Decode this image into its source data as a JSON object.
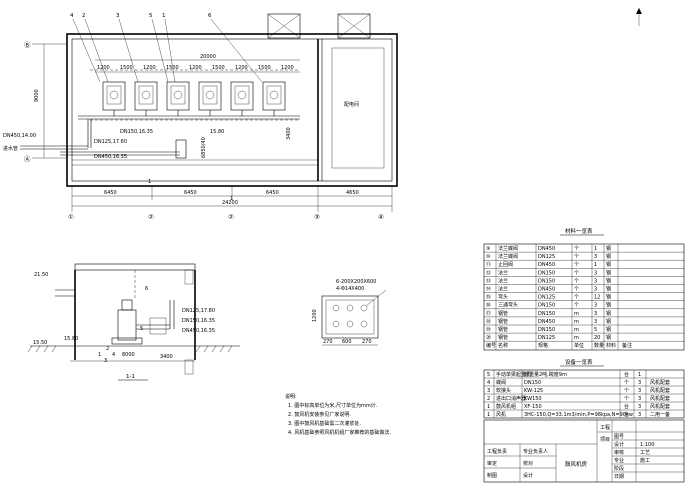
{
  "plan": {
    "axes_letter": [
      "Ⓑ",
      "Ⓐ"
    ],
    "axes_number": [
      "①",
      "②",
      "③",
      "④"
    ],
    "leader_numbers": [
      "4",
      "2",
      "3",
      "5",
      "1",
      "6"
    ],
    "dim_9000": "9000",
    "spacing_labels": [
      "1200",
      "1500",
      "1200",
      "1500",
      "1200",
      "1500",
      "1200",
      "1500",
      "1200"
    ],
    "dim_20000": "20000",
    "bay_dims": [
      "6450",
      "6450",
      "6450",
      "4650"
    ],
    "total_dim": "24200",
    "pipe_labels": {
      "dn450_left": "DN450,14.00",
      "dn125": "DN125,17.60",
      "dn450_lower": "DN450,16.35",
      "dn150": "DN150,16.35",
      "level_1580": "15.80",
      "dim_3400": "3400",
      "dim_6850": "6850/40"
    },
    "room_label": "配电间",
    "flow_label": "进水管",
    "section_mark": "1",
    "section_mark_small": "1"
  },
  "section": {
    "title": "1-1",
    "level_top": "21.50",
    "level_bottom": "15.50",
    "level_mid": "15.80",
    "labels": [
      "DN125,17.80",
      "DN150,16.35",
      "DN450,16.35"
    ],
    "dims": [
      "3400",
      "8000"
    ],
    "leaders": [
      "6",
      "5",
      "2",
      "1",
      "4",
      "3"
    ]
  },
  "detail": {
    "label": "6-200X200X600",
    "label2": "4-Φ14X400",
    "dims_bottom": [
      "270",
      "600",
      "270"
    ],
    "dim_side": "1200"
  },
  "materials_table": {
    "title": "材料一览表",
    "rows": [
      {
        "no": "⑨",
        "name": "法兰蝶阀",
        "spec": "DN450",
        "unit": "个",
        "qty": "1",
        "mat": "钢"
      },
      {
        "no": "⑩",
        "name": "法兰蝶阀",
        "spec": "DN125",
        "unit": "个",
        "qty": "3",
        "mat": "钢"
      },
      {
        "no": "⑪",
        "name": "止回阀",
        "spec": "DN450",
        "unit": "个",
        "qty": "1",
        "mat": "钢"
      },
      {
        "no": "⑫",
        "name": "法兰",
        "spec": "DN150",
        "unit": "个",
        "qty": "3",
        "mat": "钢"
      },
      {
        "no": "⑬",
        "name": "法兰",
        "spec": "DN150",
        "unit": "个",
        "qty": "3",
        "mat": "钢"
      },
      {
        "no": "⑭",
        "name": "法兰",
        "spec": "DN450",
        "unit": "个",
        "qty": "3",
        "mat": "钢"
      },
      {
        "no": "⑮",
        "name": "弯头",
        "spec": "DN125",
        "unit": "个",
        "qty": "12",
        "mat": "钢"
      },
      {
        "no": "⑯",
        "name": "三通弯头",
        "spec": "DN150",
        "unit": "个",
        "qty": "3",
        "mat": "钢"
      },
      {
        "no": "⑰",
        "name": "钢管",
        "spec": "DN150",
        "unit": "m",
        "qty": "3",
        "mat": "钢"
      },
      {
        "no": "⑱",
        "name": "钢管",
        "spec": "DN450",
        "unit": "m",
        "qty": "3",
        "mat": "钢"
      },
      {
        "no": "⑲",
        "name": "钢管",
        "spec": "DN150",
        "unit": "m",
        "qty": "5",
        "mat": "钢"
      },
      {
        "no": "⑳",
        "name": "钢管",
        "spec": "DN125",
        "unit": "m",
        "qty": "20",
        "mat": "钢"
      }
    ],
    "header": {
      "no": "编号",
      "name": "名称",
      "spec": "规格",
      "unit": "单位",
      "qty": "数量",
      "mat": "材料",
      "note": "备注"
    }
  },
  "equipment_table": {
    "title": "设备一览表",
    "rows": [
      {
        "no": "5",
        "name": "手动单梁起重机",
        "spec": "起重量2吨,跨度9m",
        "unit": "台",
        "qty": "1",
        "note": ""
      },
      {
        "no": "4",
        "name": "蝶阀",
        "spec": "DN150",
        "unit": "个",
        "qty": "3",
        "note": "风机配套"
      },
      {
        "no": "3",
        "name": "软接头",
        "spec": "KW-125",
        "unit": "个",
        "qty": "3",
        "note": "风机配套"
      },
      {
        "no": "2",
        "name": "进出口消声器",
        "spec": "KW150",
        "unit": "个",
        "qty": "3",
        "note": "风机配套"
      },
      {
        "no": "1",
        "name": "鼓风机组",
        "spec": "XF-150",
        "unit": "台",
        "qty": "3",
        "note": "风机配套"
      },
      {
        "no": "1",
        "name": "风机",
        "spec": "3HC-150,Q=33.1m3/min,P=98kpa,N=90kw",
        "unit": "台",
        "qty": "3",
        "note": "二用一备"
      }
    ]
  },
  "notes": {
    "title": "说明:",
    "items": [
      "1. 图中标高单位为米,尺寸单位为mm计.",
      "2. 鼓风机安装参见厂家说明.",
      "3. 图中鼓风机基础需二次灌浆处.",
      "4. 风机基础参照风机机组厂家推荐的基础做法."
    ]
  },
  "title_block": {
    "labels": [
      "工程",
      "项目",
      "设计",
      "审核",
      "专业",
      "阶段",
      "日期",
      "图号"
    ],
    "values": [
      "",
      "",
      "1:100",
      "工艺",
      "施工",
      "",
      "",
      ""
    ],
    "drawing_title": "鼓风机房",
    "left_labels": [
      "工程负责",
      "审定",
      "制图"
    ],
    "left_labels2": [
      "专业负责人",
      "校对",
      "设计"
    ],
    "left_values": [
      "",
      "",
      ""
    ]
  }
}
